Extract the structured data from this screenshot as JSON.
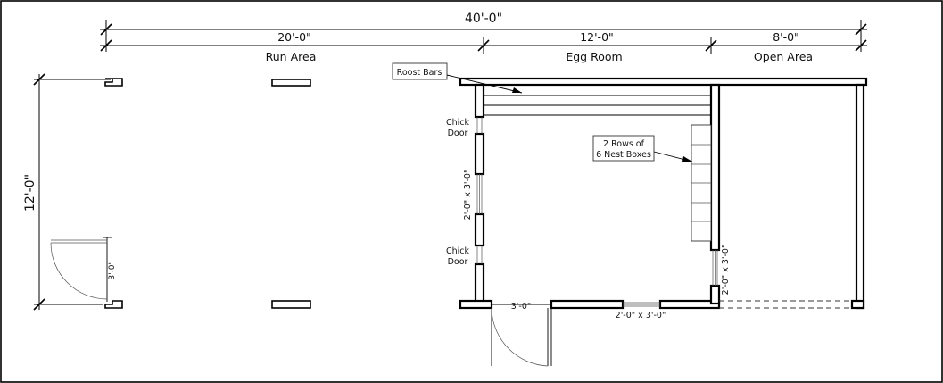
{
  "dimensions": {
    "overall": "40'-0\"",
    "run": "20'-0\"",
    "egg": "12'-0\"",
    "open": "8'-0\"",
    "depth": "12'-0\"",
    "run_gate": "3'-0\"",
    "door": "3'-0\"",
    "window_left": "2'-0\" x 3'-0\"",
    "window_bottom": "2'-0\" x 3'-0\"",
    "window_right": "2'-0\" x 3'-0\""
  },
  "areas": {
    "run": "Run Area",
    "egg": "Egg Room",
    "open": "Open Area"
  },
  "callouts": {
    "roost": "Roost Bars",
    "nest_line1": "2 Rows of",
    "nest_line2": "6 Nest Boxes"
  },
  "chick_door_top": {
    "line1": "Chick",
    "line2": "Door"
  },
  "chick_door_bottom": {
    "line1": "Chick",
    "line2": "Door"
  }
}
